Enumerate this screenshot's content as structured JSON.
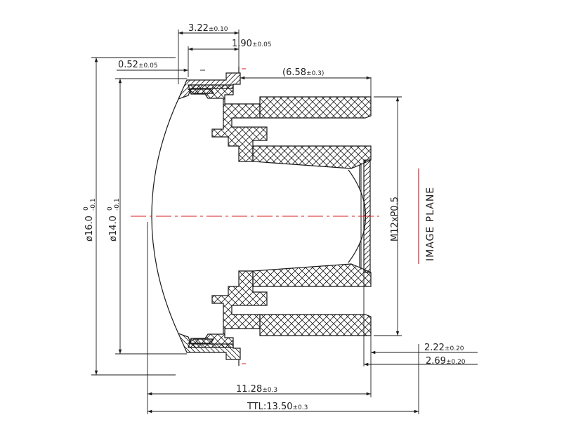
{
  "dimensions": {
    "d_322": {
      "main": "3.22",
      "tol": "±0.10"
    },
    "d_190": {
      "main": "1.90",
      "tol": "±0.05"
    },
    "d_052": {
      "main": "0.52",
      "tol": "±0.05"
    },
    "d_658": {
      "main": "(6.58",
      "tol": "±0.3)"
    },
    "d_1128": {
      "main": "11.28",
      "tol": "±0.3"
    },
    "d_ttl": {
      "main": "TTL:13.50",
      "tol": "±0.3"
    },
    "d_222": {
      "main": "2.22",
      "tol": "±0.20"
    },
    "d_269": {
      "main": "2.69",
      "tol": "±0.20"
    }
  },
  "diameters": {
    "outer": {
      "main": "ø16.0",
      "upper": "0",
      "lower": "-0.1"
    },
    "inner": {
      "main": "ø14.0",
      "upper": "0",
      "lower": "-0.1"
    }
  },
  "thread": "M12xP0.5",
  "image_plane": "IMAGE PLANE",
  "colors": {
    "line": "#1a1a1a",
    "axis": "#d81e1e",
    "plane": "#d81e1e"
  }
}
